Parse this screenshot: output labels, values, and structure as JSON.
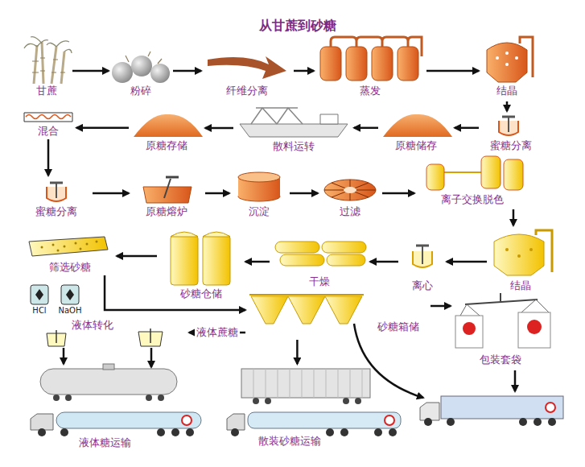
{
  "diagram": {
    "title": "从甘蔗到砂糖",
    "nodes": [
      {
        "text": [
          "甘蔗"
        ]
      },
      {
        "text": [
          "粉碎"
        ]
      },
      {
        "text": [
          "纤维分离"
        ]
      },
      {
        "text": [
          "蒸发"
        ]
      },
      {
        "text": [
          "结晶"
        ]
      },
      {
        "text": [
          "蜜糖分离"
        ]
      },
      {
        "text": [
          "原糖储存"
        ]
      },
      {
        "text": [
          "散料运转"
        ]
      },
      {
        "text": [
          "原糖存储"
        ]
      },
      {
        "text": [
          "混合"
        ]
      },
      {
        "text": [
          "蜜糖分离"
        ]
      },
      {
        "text": [
          "原糖熔炉"
        ]
      },
      {
        "text": [
          "沉淀"
        ]
      },
      {
        "text": [
          "过滤"
        ]
      },
      {
        "text": [
          "离子交换脱色"
        ]
      },
      {
        "text": [
          "结晶"
        ]
      },
      {
        "text": [
          "离心"
        ]
      },
      {
        "text": [
          "干燥"
        ]
      },
      {
        "text": [
          "砂糖仓储"
        ]
      },
      {
        "text": [
          "筛选砂糖"
        ]
      },
      {
        "text": [
          "砂糖箱储"
        ]
      },
      {
        "text": [
          "包装套袋"
        ]
      },
      {
        "text": [
          "液体转化"
        ]
      },
      {
        "text": [
          "液体糖运输"
        ]
      },
      {
        "text": [
          "散装砂糖运输"
        ]
      }
    ],
    "edges": [
      {
        "from": 0,
        "to": 1,
        "arrow": "to"
      },
      {
        "from": 1,
        "to": 2,
        "arrow": "to"
      },
      {
        "from": 2,
        "to": 3,
        "arrow": "to"
      },
      {
        "from": 3,
        "to": 4,
        "arrow": "to"
      },
      {
        "from": 4,
        "to": 5,
        "arrow": "to"
      },
      {
        "from": 5,
        "to": 6,
        "arrow": "to"
      },
      {
        "from": 6,
        "to": 7,
        "arrow": "to"
      },
      {
        "from": 7,
        "to": 8,
        "arrow": "to"
      },
      {
        "from": 8,
        "to": 9,
        "arrow": "to"
      },
      {
        "from": 9,
        "to": 10,
        "arrow": "to"
      },
      {
        "from": 10,
        "to": 11,
        "arrow": "to"
      },
      {
        "from": 11,
        "to": 12,
        "arrow": "to"
      },
      {
        "from": 12,
        "to": 13,
        "arrow": "to"
      },
      {
        "from": 13,
        "to": 14,
        "arrow": "to"
      },
      {
        "from": 14,
        "to": 15,
        "arrow": "to"
      },
      {
        "from": 15,
        "to": 16,
        "arrow": "to"
      },
      {
        "from": 16,
        "to": 17,
        "arrow": "to"
      },
      {
        "from": 17,
        "to": 18,
        "arrow": "to"
      },
      {
        "from": 18,
        "to": 19,
        "arrow": "to"
      },
      {
        "from": 19,
        "to": 20,
        "arrow": "to"
      },
      {
        "from": 20,
        "to": 21,
        "arrow": "to"
      },
      {
        "from": 20,
        "to": 22,
        "label": "液体蔗糖",
        "arrow": "to"
      },
      {
        "from": 20,
        "to": 24,
        "arrow": "to"
      },
      {
        "from": 22,
        "to": 23,
        "arrow": "to"
      }
    ],
    "labels": [
      "HCl",
      "NaOH"
    ]
  }
}
